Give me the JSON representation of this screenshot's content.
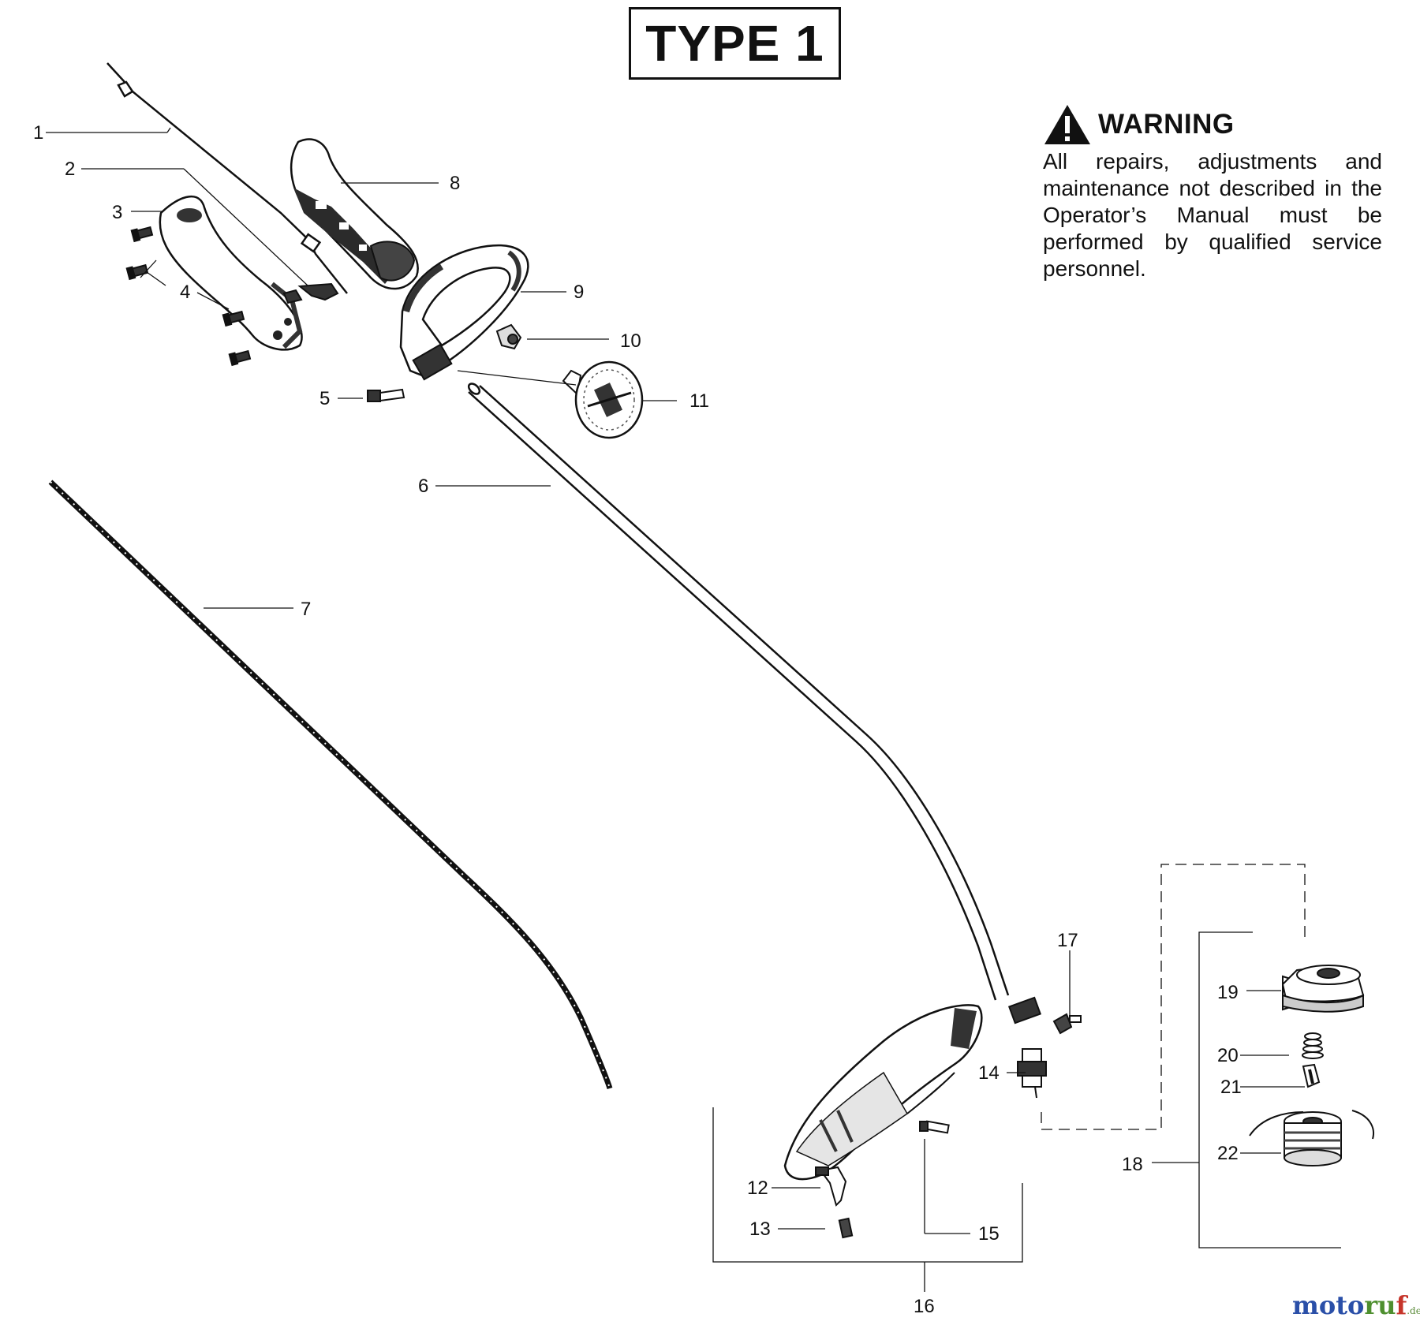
{
  "title": "TYPE 1",
  "warning": {
    "heading": "WARNING",
    "text": "All repairs, adjustments and maintenance not described in the Operator’s Manual must be performed by qualified service personnel."
  },
  "callouts": [
    "1",
    "2",
    "3",
    "4",
    "5",
    "6",
    "7",
    "8",
    "9",
    "10",
    "11",
    "12",
    "13",
    "14",
    "15",
    "16",
    "17",
    "18",
    "19",
    "20",
    "21",
    "22"
  ],
  "logo": {
    "text": "motoruf",
    "suffix": ".de",
    "colors": [
      "#2a4fa8",
      "#4e8f2f",
      "#c6342a"
    ]
  }
}
